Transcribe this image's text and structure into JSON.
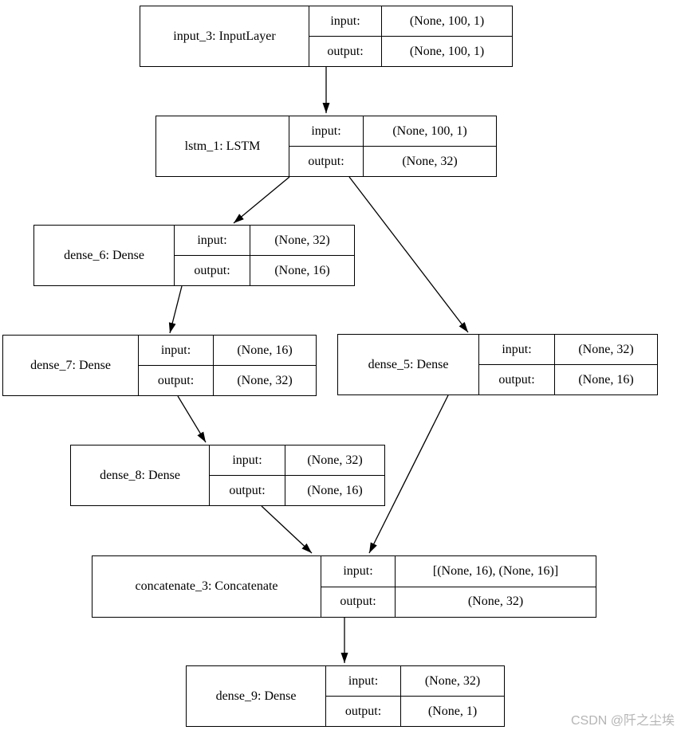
{
  "diagram": {
    "type": "keras-model-architecture",
    "background_color": "#ffffff",
    "node_border_color": "#000000",
    "text_color": "#000000",
    "arrow_color": "#000000"
  },
  "nodes": [
    {
      "id": "input_3",
      "label": "input_3: InputLayer",
      "input_label": "input:",
      "output_label": "output:",
      "input_shape": "(None, 100, 1)",
      "output_shape": "(None, 100, 1)"
    },
    {
      "id": "lstm_1",
      "label": "lstm_1: LSTM",
      "input_label": "input:",
      "output_label": "output:",
      "input_shape": "(None, 100, 1)",
      "output_shape": "(None, 32)"
    },
    {
      "id": "dense_6",
      "label": "dense_6: Dense",
      "input_label": "input:",
      "output_label": "output:",
      "input_shape": "(None, 32)",
      "output_shape": "(None, 16)"
    },
    {
      "id": "dense_7",
      "label": "dense_7: Dense",
      "input_label": "input:",
      "output_label": "output:",
      "input_shape": "(None, 16)",
      "output_shape": "(None, 32)"
    },
    {
      "id": "dense_5",
      "label": "dense_5: Dense",
      "input_label": "input:",
      "output_label": "output:",
      "input_shape": "(None, 32)",
      "output_shape": "(None, 16)"
    },
    {
      "id": "dense_8",
      "label": "dense_8: Dense",
      "input_label": "input:",
      "output_label": "output:",
      "input_shape": "(None, 32)",
      "output_shape": "(None, 16)"
    },
    {
      "id": "concatenate_3",
      "label": "concatenate_3: Concatenate",
      "input_label": "input:",
      "output_label": "output:",
      "input_shape": "[(None, 16), (None, 16)]",
      "output_shape": "(None, 32)"
    },
    {
      "id": "dense_9",
      "label": "dense_9: Dense",
      "input_label": "input:",
      "output_label": "output:",
      "input_shape": "(None, 32)",
      "output_shape": "(None, 1)"
    }
  ],
  "edges": [
    {
      "from": "input_3",
      "to": "lstm_1"
    },
    {
      "from": "lstm_1",
      "to": "dense_6"
    },
    {
      "from": "lstm_1",
      "to": "dense_5"
    },
    {
      "from": "dense_6",
      "to": "dense_7"
    },
    {
      "from": "dense_7",
      "to": "dense_8"
    },
    {
      "from": "dense_8",
      "to": "concatenate_3"
    },
    {
      "from": "dense_5",
      "to": "concatenate_3"
    },
    {
      "from": "concatenate_3",
      "to": "dense_9"
    }
  ],
  "watermark": {
    "text": "CSDN @阡之尘埃",
    "color": "#b5b5b5"
  }
}
